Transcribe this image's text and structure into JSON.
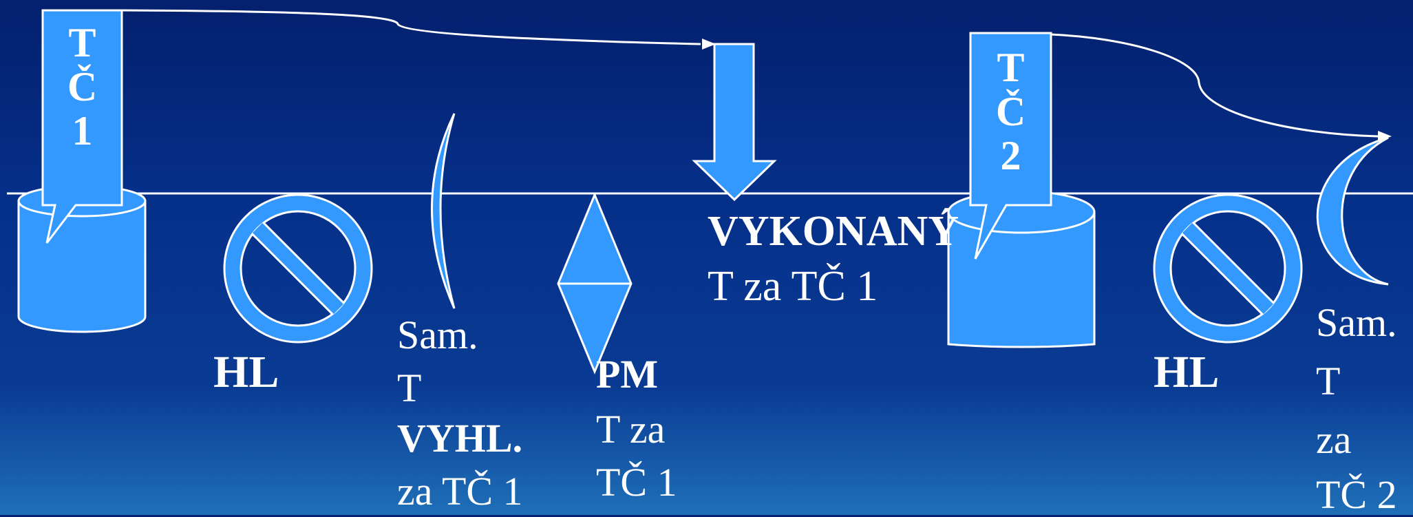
{
  "colors": {
    "background_top": "#04206e",
    "background_bottom": "#1f6fb8",
    "shape_fill": "#3399ff",
    "stroke": "#ffffff"
  },
  "callouts": [
    {
      "lines": [
        "T",
        "Č",
        "1"
      ]
    },
    {
      "lines": [
        "T",
        "Č",
        "2"
      ]
    }
  ],
  "labels": {
    "hl_1": "HL",
    "hl_2": "HL",
    "sam_vyhl": {
      "line1": "Sam.",
      "line2": "T",
      "line3": "VYHL.",
      "line4": "za TČ 1"
    },
    "pm": {
      "line1": "PM",
      "line2": "T za",
      "line3": "TČ 1"
    },
    "vykonany": {
      "line1": "VYKONANÝ",
      "line2": "T za TČ 1"
    },
    "sam_tc2": {
      "line1": "Sam.",
      "line2": "T",
      "line3": "za",
      "line4": "TČ 2"
    }
  },
  "icons": {
    "database_1": "cylinder-icon",
    "no_symbol_1": "no-symbol-icon",
    "moon_1": "crescent-moon-icon",
    "diamond": "diamond-icon",
    "down_arrow": "down-arrow-icon",
    "database_2": "cylinder-icon",
    "no_symbol_2": "no-symbol-icon",
    "moon_2": "crescent-moon-icon"
  }
}
